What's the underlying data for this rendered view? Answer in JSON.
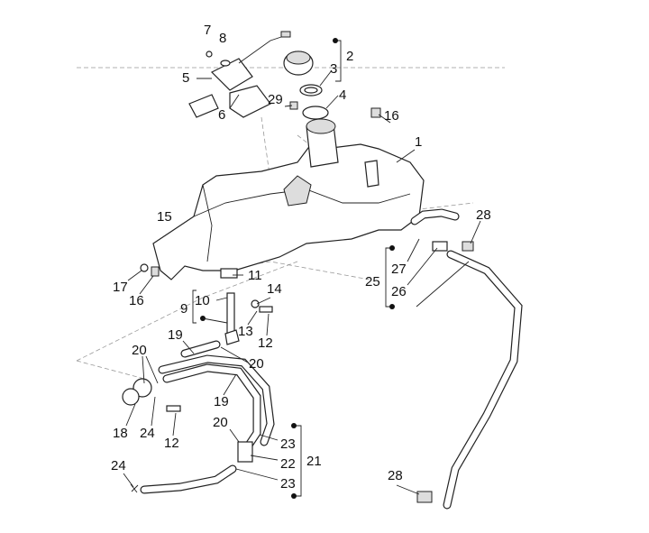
{
  "diagram": {
    "type": "exploded parts diagram",
    "labels": [
      "7",
      "8",
      "2",
      "3",
      "5",
      "4",
      "29",
      "6",
      "16",
      "1",
      "15",
      "28",
      "27",
      "25",
      "26",
      "11",
      "14",
      "17",
      "16",
      "10",
      "9",
      "13",
      "12",
      "19",
      "20",
      "20",
      "19",
      "18",
      "24",
      "12",
      "20",
      "23",
      "21",
      "22",
      "24",
      "23",
      "28"
    ]
  }
}
